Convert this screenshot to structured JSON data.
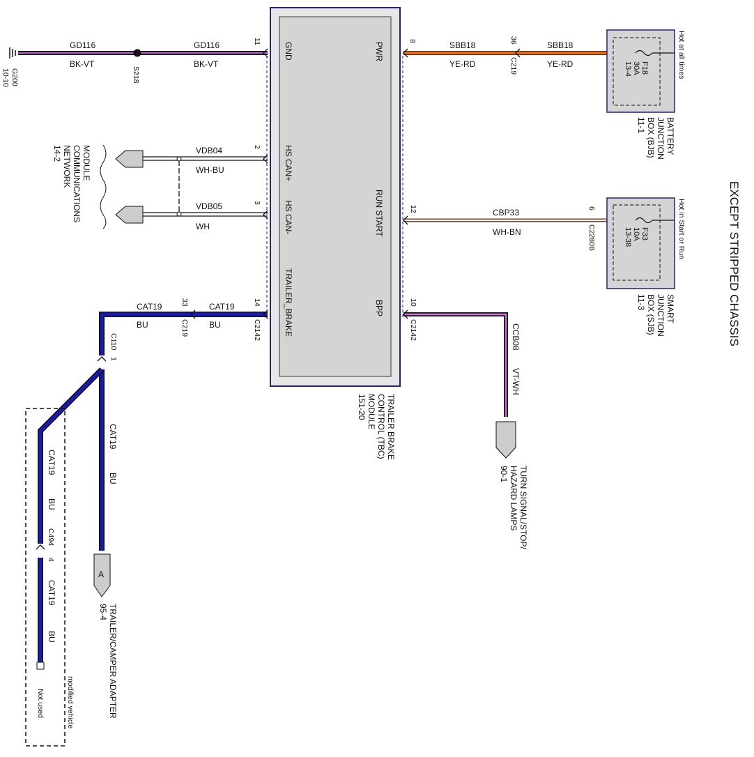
{
  "diagram": {
    "title": "EXCEPT STRIPPED CHASSIS",
    "module": {
      "name_lines": [
        "TRAILER BRAKE",
        "CONTROL (TBC)",
        "MODULE",
        "151-20"
      ],
      "pins": {
        "gnd": "GND",
        "pwr": "PWR",
        "hs_can_plus": "HS CAN+",
        "hs_can_minus": "HS CAN-",
        "run_start": "RUN START",
        "trailer_brake": "TRAILER_BRAKE",
        "bpp": "BPP"
      },
      "pin_numbers": {
        "gnd": "11",
        "pwr": "8",
        "can_plus": "2",
        "can_minus": "3",
        "run_start": "12",
        "trailer_brake": "14",
        "bpp": "10"
      }
    },
    "ground": {
      "ref": "G200",
      "ref_page": "10-10",
      "splice": "S218",
      "circuit": "GD116",
      "color": "BK-VT"
    },
    "pwr_circuit": {
      "circuit": "SBB18",
      "color": "YE-RD",
      "connector": "C219",
      "connector_pin": "36"
    },
    "bjb": {
      "fuse": "F18",
      "rating": "30A",
      "ref": "13-4",
      "hot_note": "Hot at all times",
      "name_lines": [
        "BATTERY",
        "JUNCTION",
        "BOX (BJB)",
        "11-1"
      ]
    },
    "can_network": {
      "name_lines": [
        "MODULE",
        "COMMUNICATIONS",
        "NETWORK",
        "14-2"
      ],
      "plus_circuit": "VDB04",
      "plus_color": "WH-BU",
      "minus_circuit": "VDB05",
      "minus_color": "WH"
    },
    "run_start_circuit": {
      "circuit": "CBP33",
      "color": "WH-BN",
      "connector": "C2280B",
      "connector_pin": "6"
    },
    "sjb": {
      "fuse": "F33",
      "rating": "10A",
      "ref": "13-38",
      "hot_note": "Hot in Start or Run",
      "name_lines": [
        "SMART",
        "JUNCTION",
        "BOX (SJB)",
        "11-3"
      ]
    },
    "trailer_brake_circuit": {
      "circuit": "CAT19",
      "color": "BU",
      "connector_a": "C2142",
      "connector_b": "C219",
      "connector_b_pin": "33",
      "connector_c": "C110",
      "connector_c_pin": "1",
      "connector_d": "C494",
      "connector_d_pin": "4"
    },
    "bpp_circuit": {
      "circuit": "CCB08",
      "color": "VT-WH",
      "connector": "C2142"
    },
    "turn_signal": {
      "name_lines": [
        "TURN SIGNAL/STOP/",
        "HAZARD LAMPS",
        "90-1"
      ]
    },
    "trailer_adapter": {
      "label": "A",
      "name_lines": [
        "TRAILER/CAMPER ADAPTER",
        "95-4"
      ]
    },
    "modified": {
      "note": "modified vehicle",
      "not_used": "Not used"
    },
    "colors": {
      "bk_vt_stripe": "#b060c0",
      "ye_rd_stripe": "#f07a10",
      "blue_wire": "#1a1ab0",
      "vt_wh_stripe": "#d070d0",
      "wh_bn_stripe": "#8a3a20",
      "module_fill": "#d4d4d4",
      "module_border": "#23237a"
    }
  }
}
